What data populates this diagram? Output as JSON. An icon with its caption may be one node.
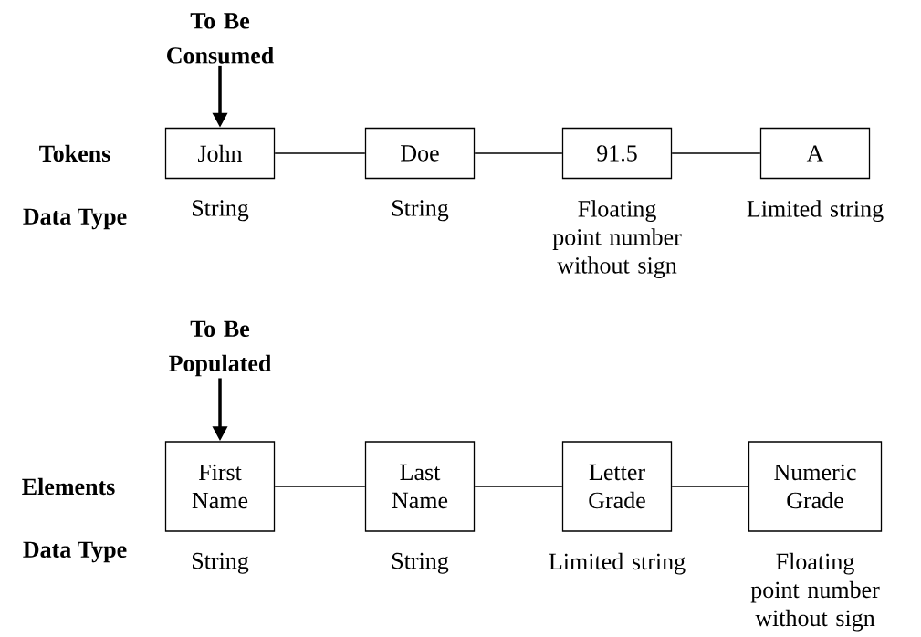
{
  "diagram": {
    "nodes": [
      {
        "text": [
          "To Be Consumed"
        ]
      },
      {
        "text": [
          "John"
        ],
        "beside": [
          "String"
        ]
      },
      {
        "text": [
          "Doe"
        ],
        "beside": [
          "String"
        ]
      },
      {
        "text": [
          "91.5"
        ],
        "beside": [
          "Floating point number without sign"
        ]
      },
      {
        "text": [
          "A"
        ],
        "beside": [
          "Limited string"
        ]
      },
      {
        "text": [
          "To Be Populated"
        ]
      },
      {
        "text": [
          "First Name"
        ],
        "beside": [
          "String"
        ]
      },
      {
        "text": [
          "Last Name"
        ],
        "beside": [
          "String"
        ]
      },
      {
        "text": [
          "Letter Grade"
        ],
        "beside": [
          "Limited string"
        ]
      },
      {
        "text": [
          "Numeric Grade"
        ],
        "beside": [
          "Floating point number without sign"
        ]
      }
    ],
    "edges": [
      {
        "from": 0,
        "to": 1,
        "arrow": "to",
        "style": "thick"
      },
      {
        "from": 1,
        "to": 2,
        "arrow": "none"
      },
      {
        "from": 2,
        "to": 3,
        "arrow": "none"
      },
      {
        "from": 3,
        "to": 4,
        "arrow": "none"
      },
      {
        "from": 5,
        "to": 6,
        "arrow": "to",
        "style": "thick"
      },
      {
        "from": 6,
        "to": 7,
        "arrow": "none"
      },
      {
        "from": 7,
        "to": 8,
        "arrow": "none"
      },
      {
        "from": 8,
        "to": 9,
        "arrow": "none"
      }
    ],
    "labels": [
      "Tokens",
      "Data Type",
      "Elements",
      "Data Type"
    ]
  }
}
